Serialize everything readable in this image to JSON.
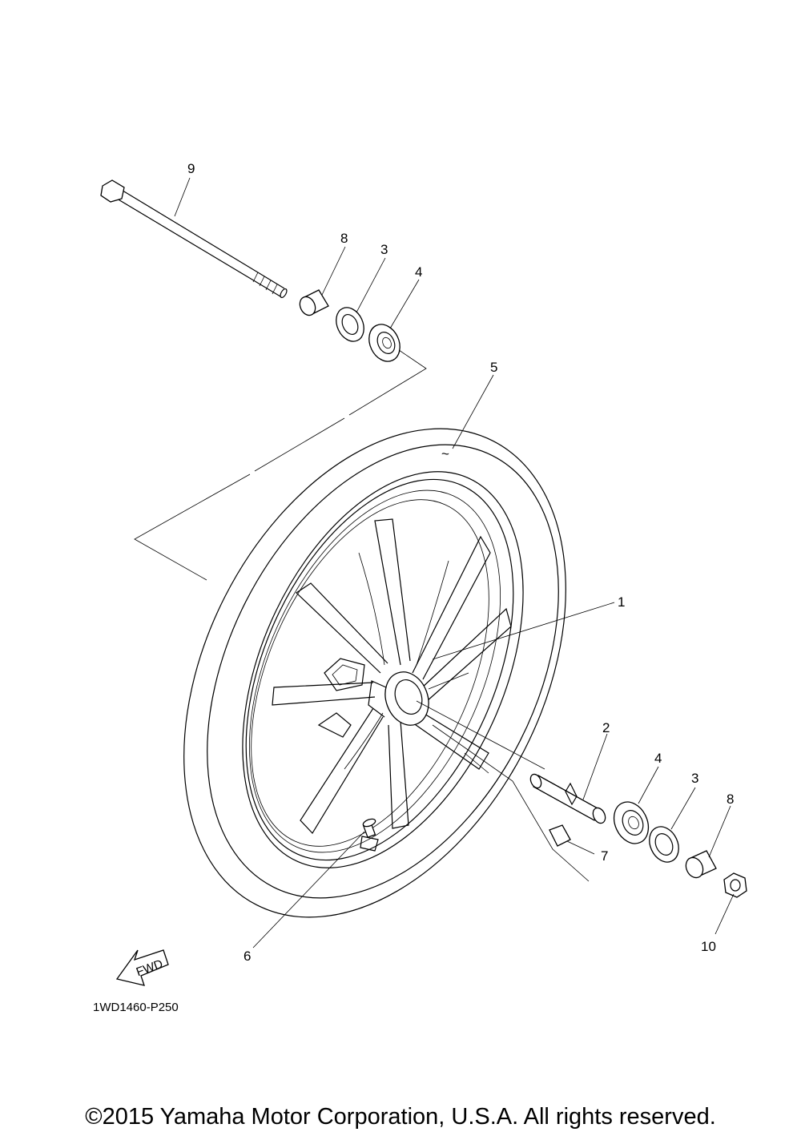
{
  "diagram": {
    "callouts": {
      "c1": "1",
      "c2": "2",
      "c3_top": "3",
      "c3_bottom": "3",
      "c4_top": "4",
      "c4_bottom": "4",
      "c5": "5",
      "c6": "6",
      "c7": "7",
      "c8_top": "8",
      "c8_bottom": "8",
      "c9": "9",
      "c10": "10"
    },
    "fwd_label": "FWD",
    "diagram_code": "1WD1460-P250",
    "tire_mark": "~"
  },
  "footer": {
    "copyright": "©2015 Yamaha Motor Corporation, U.S.A. All rights reserved."
  }
}
